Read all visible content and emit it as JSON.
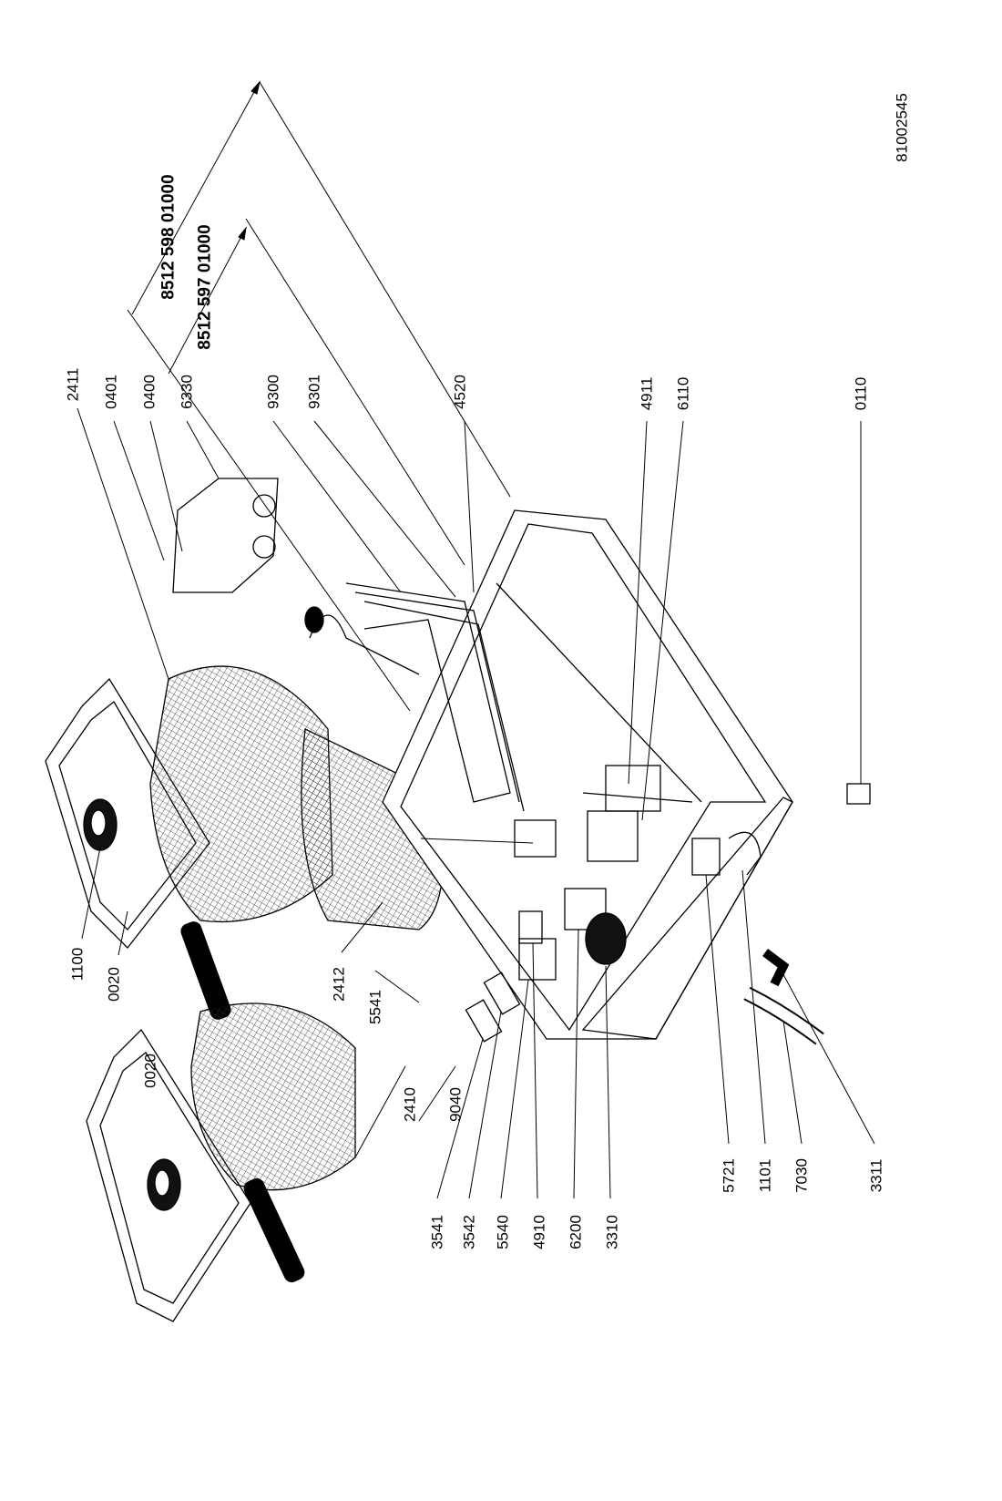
{
  "drawing_number": "81002545",
  "assembly_codes": [
    "8512 598 01000",
    "8512 597 01000"
  ],
  "callouts_top": [
    "2411",
    "0401",
    "0400",
    "6330",
    "9300",
    "9301",
    "4520",
    "4911",
    "6110",
    "0110"
  ],
  "callouts_bottom": [
    "1100",
    "0020",
    "0020",
    "2412",
    "5541",
    "2410",
    "9040",
    "3541",
    "3542",
    "5540",
    "4910",
    "6200",
    "3310",
    "5721",
    "1101",
    "7030",
    "3311"
  ]
}
